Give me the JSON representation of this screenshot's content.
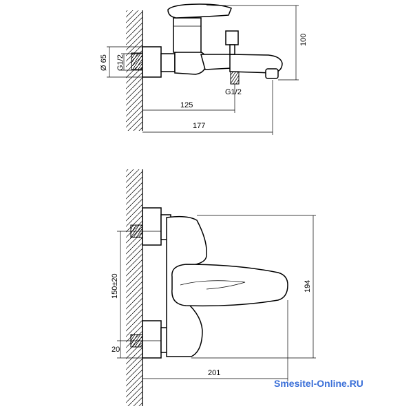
{
  "top_view": {
    "dim_diameter": "Ø 65",
    "dim_thread_wall": "G1/2",
    "dim_height": "100",
    "dim_thread_shower": "G1/2",
    "dim_125": "125",
    "dim_177": "177"
  },
  "front_view": {
    "dim_center": "150±20",
    "dim_20": "20",
    "dim_194": "194",
    "dim_201": "201"
  },
  "watermark": "Smesitel-Online.RU",
  "colors": {
    "line": "#000000",
    "watermark": "#3a6fd8"
  }
}
